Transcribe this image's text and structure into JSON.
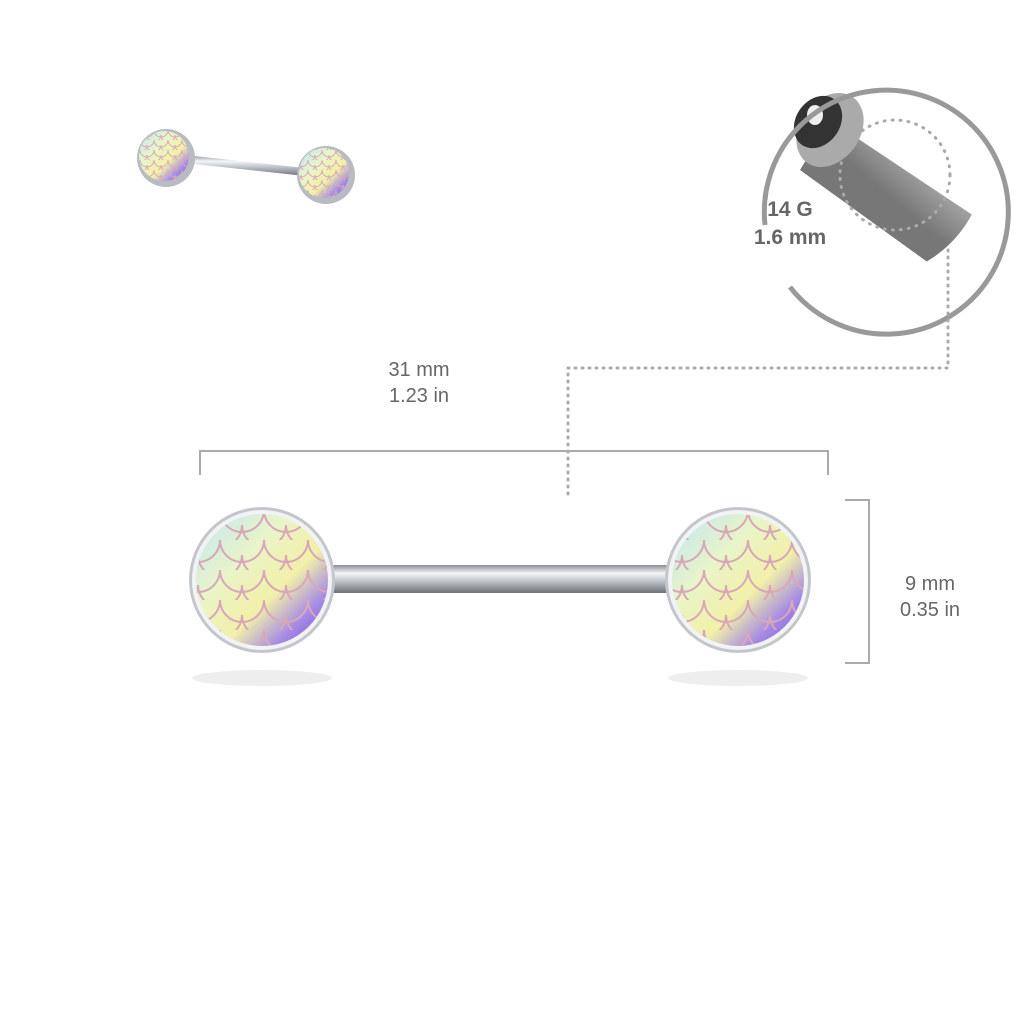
{
  "length": {
    "mm": "31 mm",
    "in": "1.23 in"
  },
  "ball_diameter": {
    "mm": "9 mm",
    "in": "0.35 in"
  },
  "gauge": {
    "g": "14 G",
    "mm": "1.6 mm"
  },
  "colors": {
    "text": "#666666",
    "lines": "#aaaaaa",
    "circle": "#999999",
    "steel": "#c8ccd0"
  }
}
